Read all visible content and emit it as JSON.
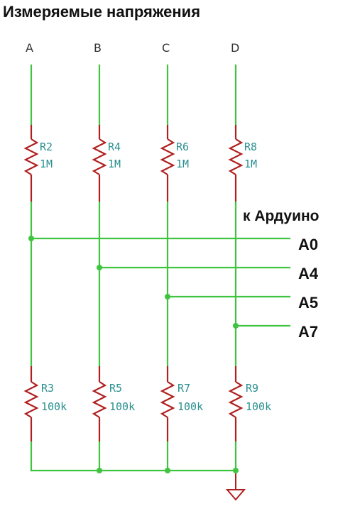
{
  "title": "Измеряемые напряжения",
  "probe_labels": {
    "a": "A",
    "b": "B",
    "c": "C",
    "d": "D"
  },
  "resistors": {
    "r2": {
      "ref": "R2",
      "value": "1M"
    },
    "r4": {
      "ref": "R4",
      "value": "1M"
    },
    "r6": {
      "ref": "R6",
      "value": "1M"
    },
    "r8": {
      "ref": "R8",
      "value": "1M"
    },
    "r3": {
      "ref": "R3",
      "value": "100k"
    },
    "r5": {
      "ref": "R5",
      "value": "100k"
    },
    "r7": {
      "ref": "R7",
      "value": "100k"
    },
    "r9": {
      "ref": "R9",
      "value": "100k"
    }
  },
  "arduino": {
    "caption": "к Ардуино",
    "pins": {
      "a0": "A0",
      "a4": "A4",
      "a5": "A5",
      "a7": "A7"
    }
  },
  "colors": {
    "wire": "#3ec43e",
    "resistor": "#b02020",
    "ref_text": "#2a8f8f"
  }
}
